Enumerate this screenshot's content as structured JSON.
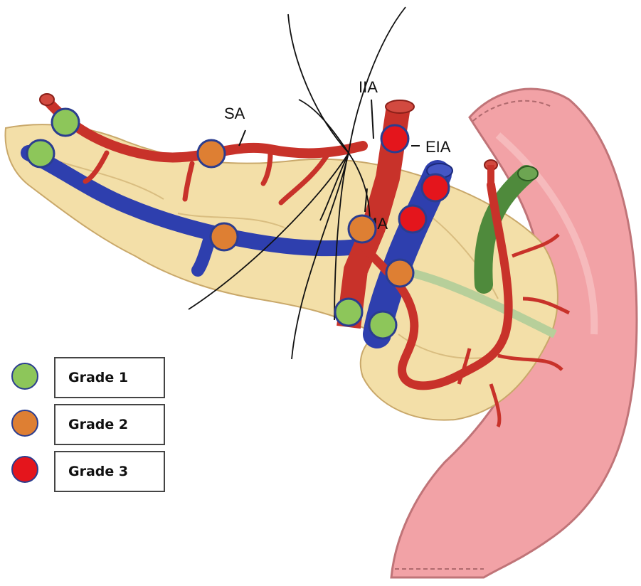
{
  "labels": {
    "sa": "SA",
    "iia": "IIA",
    "eia": "EIA",
    "ma": "MA"
  },
  "colors": {
    "grade1": "#8dc65a",
    "grade2": "#de7f33",
    "grade3": "#e4151c",
    "artery": "#c8322a",
    "vein": "#2e3fae",
    "pancreas": "#f3dfa8",
    "intestine": "#f2a2a6",
    "duct": "#4f8a3c",
    "marker_border": "#2b3d8f"
  },
  "legend": [
    {
      "label": "Grade 1",
      "color": "#8dc65a"
    },
    {
      "label": "Grade 2",
      "color": "#de7f33"
    },
    {
      "label": "Grade 3",
      "color": "#e4151c"
    }
  ]
}
